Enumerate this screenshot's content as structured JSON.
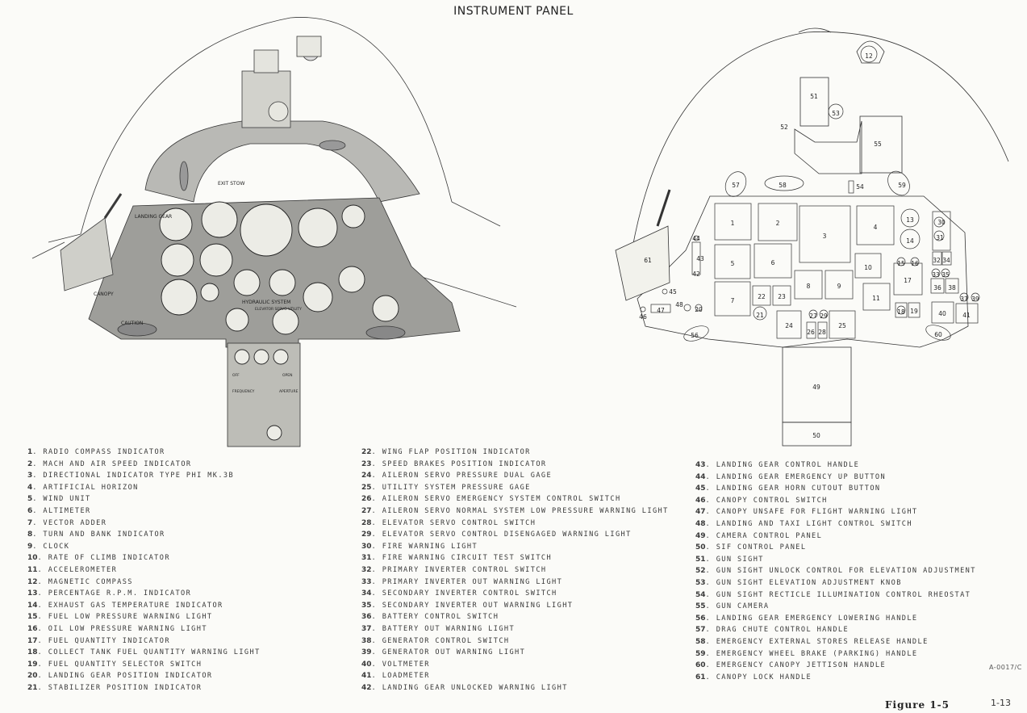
{
  "title": "INSTRUMENT PANEL",
  "photo_labels": {
    "landing_gear": "LANDING GEAR",
    "exit_stow": "EXIT STOW",
    "canopy": "CANOPY",
    "caution": "CAUTION",
    "hydraulic_system": "HYDRAULIC SYSTEM",
    "elevator_servo_utility": "ELEVATOR SERVO UTILITY",
    "frequency": "FREQUENCY",
    "aperture": "APERTURE",
    "open": "OPEN",
    "off": "OFF"
  },
  "callouts": [
    "1",
    "2",
    "3",
    "4",
    "5",
    "6",
    "7",
    "8",
    "9",
    "10",
    "11",
    "12",
    "13",
    "14",
    "15",
    "16",
    "17",
    "18",
    "19",
    "20",
    "21",
    "22",
    "23",
    "24",
    "25",
    "26",
    "27",
    "28",
    "29",
    "30",
    "31",
    "32",
    "33",
    "34",
    "35",
    "36",
    "37",
    "38",
    "39",
    "40",
    "41",
    "42",
    "43",
    "44",
    "45",
    "46",
    "47",
    "48",
    "49",
    "50",
    "51",
    "52",
    "53",
    "54",
    "55",
    "56",
    "57",
    "58",
    "59",
    "60",
    "61"
  ],
  "legend_col1": [
    {
      "n": "1",
      "t": "RADIO COMPASS INDICATOR"
    },
    {
      "n": "2",
      "t": "MACH AND AIR SPEED INDICATOR"
    },
    {
      "n": "3",
      "t": "DIRECTIONAL INDICATOR TYPE PHI MK.3B"
    },
    {
      "n": "4",
      "t": "ARTIFICIAL HORIZON"
    },
    {
      "n": "5",
      "t": "WIND UNIT"
    },
    {
      "n": "6",
      "t": "ALTIMETER"
    },
    {
      "n": "7",
      "t": "VECTOR ADDER"
    },
    {
      "n": "8",
      "t": "TURN AND BANK INDICATOR"
    },
    {
      "n": "9",
      "t": "CLOCK"
    },
    {
      "n": "10",
      "t": "RATE OF CLIMB INDICATOR"
    },
    {
      "n": "11",
      "t": "ACCELEROMETER"
    },
    {
      "n": "12",
      "t": "MAGNETIC COMPASS"
    },
    {
      "n": "13",
      "t": "PERCENTAGE R.P.M. INDICATOR"
    },
    {
      "n": "14",
      "t": "EXHAUST GAS TEMPERATURE INDICATOR"
    },
    {
      "n": "15",
      "t": "FUEL LOW PRESSURE WARNING LIGHT"
    },
    {
      "n": "16",
      "t": "OIL LOW PRESSURE WARNING LIGHT"
    },
    {
      "n": "17",
      "t": "FUEL QUANTITY INDICATOR"
    },
    {
      "n": "18",
      "t": "COLLECT TANK FUEL QUANTITY WARNING LIGHT"
    },
    {
      "n": "19",
      "t": "FUEL QUANTITY SELECTOR SWITCH"
    },
    {
      "n": "20",
      "t": "LANDING GEAR POSITION INDICATOR"
    },
    {
      "n": "21",
      "t": "STABILIZER POSITION INDICATOR"
    }
  ],
  "legend_col2": [
    {
      "n": "22",
      "t": "WING FLAP POSITION INDICATOR"
    },
    {
      "n": "23",
      "t": "SPEED BRAKES POSITION INDICATOR"
    },
    {
      "n": "24",
      "t": "AILERON SERVO PRESSURE DUAL GAGE"
    },
    {
      "n": "25",
      "t": "UTILITY SYSTEM PRESSURE GAGE"
    },
    {
      "n": "26",
      "t": "AILERON SERVO EMERGENCY SYSTEM CONTROL SWITCH"
    },
    {
      "n": "27",
      "t": "AILERON SERVO NORMAL SYSTEM LOW PRESSURE WARNING LIGHT"
    },
    {
      "n": "28",
      "t": "ELEVATOR SERVO CONTROL SWITCH"
    },
    {
      "n": "29",
      "t": "ELEVATOR SERVO CONTROL DISENGAGED WARNING LIGHT"
    },
    {
      "n": "30",
      "t": "FIRE WARNING LIGHT"
    },
    {
      "n": "31",
      "t": "FIRE WARNING CIRCUIT TEST SWITCH"
    },
    {
      "n": "32",
      "t": "PRIMARY INVERTER CONTROL SWITCH"
    },
    {
      "n": "33",
      "t": "PRIMARY INVERTER OUT WARNING LIGHT"
    },
    {
      "n": "34",
      "t": "SECONDARY INVERTER CONTROL SWITCH"
    },
    {
      "n": "35",
      "t": "SECONDARY INVERTER OUT WARNING LIGHT"
    },
    {
      "n": "36",
      "t": "BATTERY CONTROL SWITCH"
    },
    {
      "n": "37",
      "t": "BATTERY OUT WARNING LIGHT"
    },
    {
      "n": "38",
      "t": "GENERATOR CONTROL SWITCH"
    },
    {
      "n": "39",
      "t": "GENERATOR OUT WARNING LIGHT"
    },
    {
      "n": "40",
      "t": "VOLTMETER"
    },
    {
      "n": "41",
      "t": "LOADMETER"
    },
    {
      "n": "42",
      "t": "LANDING GEAR UNLOCKED WARNING LIGHT"
    }
  ],
  "legend_col3": [
    {
      "n": "43",
      "t": "LANDING GEAR CONTROL HANDLE"
    },
    {
      "n": "44",
      "t": "LANDING GEAR EMERGENCY UP BUTTON"
    },
    {
      "n": "45",
      "t": "LANDING GEAR HORN CUTOUT BUTTON"
    },
    {
      "n": "46",
      "t": "CANOPY CONTROL SWITCH"
    },
    {
      "n": "47",
      "t": "CANOPY UNSAFE FOR FLIGHT WARNING LIGHT"
    },
    {
      "n": "48",
      "t": "LANDING AND TAXI LIGHT CONTROL SWITCH"
    },
    {
      "n": "49",
      "t": "CAMERA CONTROL PANEL"
    },
    {
      "n": "50",
      "t": "SIF CONTROL PANEL"
    },
    {
      "n": "51",
      "t": "GUN SIGHT"
    },
    {
      "n": "52",
      "t": "GUN SIGHT UNLOCK CONTROL FOR ELEVATION ADJUSTMENT"
    },
    {
      "n": "53",
      "t": "GUN SIGHT ELEVATION ADJUSTMENT KNOB"
    },
    {
      "n": "54",
      "t": "GUN SIGHT RECTICLE ILLUMINATION CONTROL RHEOSTAT"
    },
    {
      "n": "55",
      "t": "GUN CAMERA"
    },
    {
      "n": "56",
      "t": "LANDING GEAR EMERGENCY LOWERING HANDLE"
    },
    {
      "n": "57",
      "t": "DRAG CHUTE CONTROL HANDLE"
    },
    {
      "n": "58",
      "t": "EMERGENCY EXTERNAL STORES RELEASE HANDLE"
    },
    {
      "n": "59",
      "t": "EMERGENCY WHEEL BRAKE (PARKING) HANDLE"
    },
    {
      "n": "60",
      "t": "EMERGENCY CANOPY JETTISON HANDLE"
    },
    {
      "n": "61",
      "t": "CANOPY LOCK HANDLE"
    }
  ],
  "document_code": "A-0017/C",
  "figure_label": "Figure 1-5",
  "page_number": "1-13"
}
